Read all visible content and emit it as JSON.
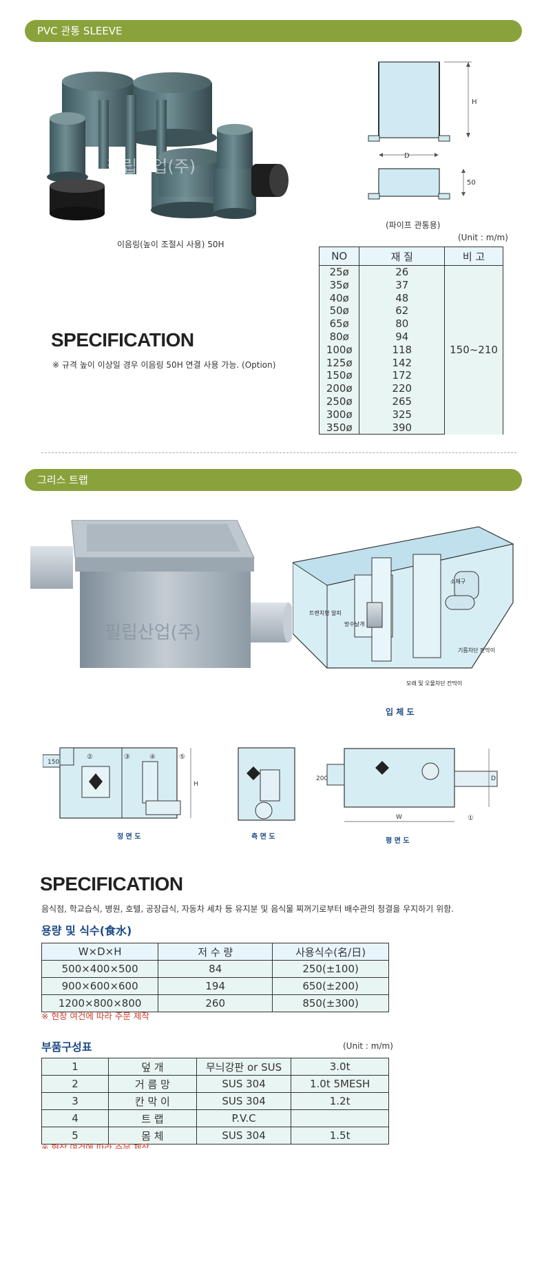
{
  "sleeve": {
    "banner": "PVC 관통 SLEEVE",
    "photo_caption": "이음링(높이 조절시 사용) 50H",
    "watermark": "필립산업(주)",
    "diagram_caption": "(파이프 관통용)",
    "dim_h": "H",
    "dim_d": "D",
    "dim_50": "50",
    "unit": "(Unit : m/m)",
    "spec_title": "SPECIFICATION",
    "spec_note": "※ 규격 높이 이상일 경우 이음링 50H 연결 사용 가능. (Option)",
    "table": {
      "headers": [
        "NO",
        "재 질",
        "비 고"
      ],
      "rows": [
        {
          "no": "25ø",
          "material": "26"
        },
        {
          "no": "35ø",
          "material": "37"
        },
        {
          "no": "40ø",
          "material": "48"
        },
        {
          "no": "50ø",
          "material": "62"
        },
        {
          "no": "65ø",
          "material": "80"
        },
        {
          "no": "80ø",
          "material": "94"
        },
        {
          "no": "100ø",
          "material": "118"
        },
        {
          "no": "125ø",
          "material": "142"
        },
        {
          "no": "150ø",
          "material": "172"
        },
        {
          "no": "200ø",
          "material": "220"
        },
        {
          "no": "250ø",
          "material": "265"
        },
        {
          "no": "300ø",
          "material": "325"
        },
        {
          "no": "350ø",
          "material": "390"
        }
      ],
      "note": "150~210"
    }
  },
  "grease": {
    "banner": "그리스 트랩",
    "watermark": "필립산업(주)",
    "iso_labels": {
      "cleanout": "소제구",
      "sloped_screen": "트랜치형 알피",
      "water_screen": "방수날개",
      "oil_baffle": "기름차단 칸막이",
      "sand_baffle": "모래 및 오물차단 칸막이"
    },
    "iso_caption": "입 체 도",
    "front_caption": "정 면 도",
    "side_caption": "측 면 도",
    "plan_caption": "평 면 도",
    "front_dims": {
      "d150": "150",
      "h": "H"
    },
    "plan_dims": {
      "d200": "200",
      "w": "W",
      "d": "D"
    },
    "callouts": [
      "②",
      "③",
      "④",
      "⑤",
      "①"
    ],
    "spec_title": "SPECIFICATION",
    "spec_desc": "음식점, 학교습식, 병원, 호텔, 공장급식, 자동차 세차 등 유지분 및 음식물 찌꺼기로부터 배수관의 청결을 우지하기 위함.",
    "capacity_head": "용량 및 식수(食水)",
    "capacity_headers": [
      "W×D×H",
      "저 수 량",
      "사용식수(名/日)"
    ],
    "capacity_rows": [
      [
        "500×400×500",
        "84",
        "250(±100)"
      ],
      [
        "900×600×600",
        "194",
        "650(±200)"
      ],
      [
        "1200×800×800",
        "260",
        "850(±300)"
      ]
    ],
    "capacity_note": "※ 현장 여건에 따라 주문 제작",
    "parts_head": "부품구성표",
    "parts_unit": "(Unit : m/m)",
    "parts_rows": [
      [
        "1",
        "덮 개",
        "무늬강판 or SUS",
        "3.0t"
      ],
      [
        "2",
        "거 름 망",
        "SUS 304",
        "1.0t 5MESH"
      ],
      [
        "3",
        "칸 막 이",
        "SUS 304",
        "1.2t"
      ],
      [
        "4",
        "트 랩",
        "P.V.C",
        ""
      ],
      [
        "5",
        "몸 체",
        "SUS 304",
        "1.5t"
      ]
    ],
    "parts_note": "※ 현장 여건에 따라 주문 제작"
  },
  "colors": {
    "banner": "#8aa23b",
    "table_fill": "#e9f5f2",
    "header_fill": "#e8f5fb",
    "subhead": "#1c4a86",
    "note_red": "#d23a2a"
  }
}
